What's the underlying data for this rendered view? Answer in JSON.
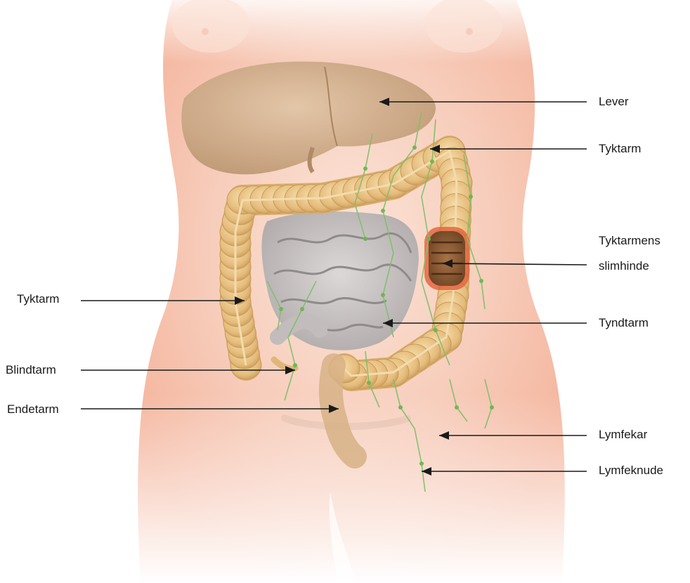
{
  "labels": {
    "lever": "Lever",
    "tyktarm_right": "Tyktarm",
    "tyktarmens_line1": "Tyktarmens",
    "tyktarmens_line2": "slimhinde",
    "tyndtarm": "Tyndtarm",
    "lymfekar": "Lymfekar",
    "lymfeknude": "Lymfeknude",
    "tyktarm_left": "Tyktarm",
    "blindtarm": "Blindtarm",
    "endetarm": "Endetarm"
  },
  "colors": {
    "skin": "#f6cdbc",
    "skin_edge": "#ee9f86",
    "liver": "#d6b495",
    "colon": "#e8c48a",
    "colon_dark": "#c79a5a",
    "small_intestine": "#c9c4c4",
    "small_intestine_dark": "#a39d9e",
    "lymph": "#7fc06a",
    "mucosa": "#8a5a32",
    "mucosa_rim": "#e4603a",
    "leader": "#1a1a1a"
  }
}
